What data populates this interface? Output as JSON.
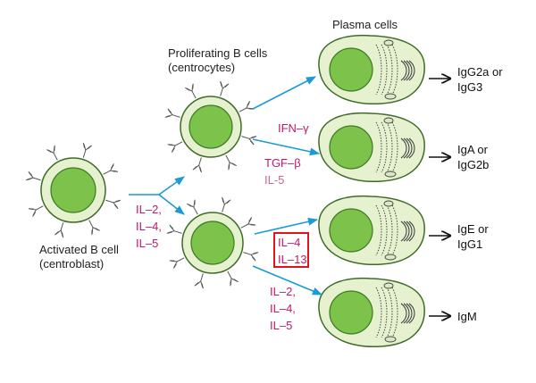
{
  "labels": {
    "plasma_title": "Plasma cells",
    "proliferating_line1": "Proliferating B cells",
    "proliferating_line2": "(centrocytes)",
    "activated_line1": "Activated B cell",
    "activated_line2": "(centroblast)"
  },
  "cytokines": {
    "first": [
      "IL–2,",
      "IL–4,",
      "IL–5"
    ],
    "ifn": "IFN–γ",
    "tgf": [
      "TGF–β",
      "IL-5"
    ],
    "highlighted": [
      "IL–4",
      "IL–13"
    ],
    "last": [
      "IL–2,",
      "IL–4,",
      "IL–5"
    ]
  },
  "outputs": {
    "o1": [
      "IgG2a or",
      "IgG3"
    ],
    "o2": [
      "IgA or",
      "IgG2b"
    ],
    "o3": [
      "IgE or",
      "IgG1"
    ],
    "o4": [
      "IgM"
    ]
  },
  "colors": {
    "arrow_blue": "#1a9ad6",
    "cytokine_magenta": "#c2186b",
    "highlight_red": "#e0141c",
    "cell_fill": "#e6f2cf",
    "nucleus_fill": "#7dc24a"
  }
}
